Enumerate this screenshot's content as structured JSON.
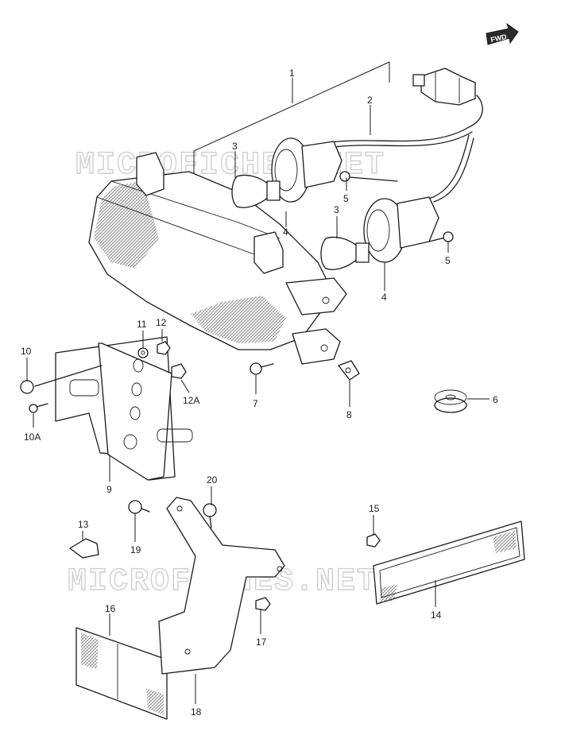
{
  "watermark": "MICROFICHES.NET",
  "fwd_badge": "FWD",
  "callouts": {
    "c1": "1",
    "c2": "2",
    "c3a": "3",
    "c3b": "3",
    "c4a": "4",
    "c4b": "4",
    "c5a": "5",
    "c5b": "5",
    "c6": "6",
    "c7": "7",
    "c8": "8",
    "c9": "9",
    "c10": "10",
    "c10a": "10A",
    "c11": "11",
    "c12": "12",
    "c12a": "12A",
    "c13": "13",
    "c14": "14",
    "c15": "15",
    "c16": "16",
    "c17": "17",
    "c18": "18",
    "c19": "19",
    "c20": "20"
  }
}
